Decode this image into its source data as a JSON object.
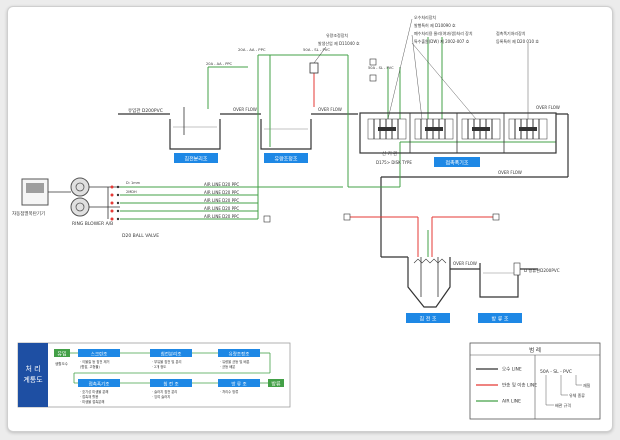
{
  "tanks": {
    "t1": "침전분리조",
    "t2": "유량조정조",
    "t3": "접촉폭기조",
    "t4": "침 전 조",
    "t5": "방 류 조"
  },
  "labels": {
    "inflow": "유입관 D200PVC",
    "blower": "RING BLOWER A/B",
    "panel": "자동점멸폭탄기기",
    "ball_valve": "D20 BALL VALVE",
    "air1": "AIR LINE D20 PPC",
    "air2": "AIR LINE D20 PPC",
    "air3": "AIR LINE D20 PPC",
    "air4": "AIR LINE D20 PPC",
    "air5": "AIR LINE D20 PPC",
    "over1": "OVER FLOW",
    "over2": "OVER FLOW",
    "over3": "OVER FLOW",
    "over4": "OVER FLOW",
    "over5": "OVER FLOW",
    "outflow": "D 방류관D200PVC",
    "diffuser": "산 기 관",
    "disk": "D175> DISK TYPE",
    "pipe_a": "20A - AA - PPC",
    "pipe_b": "50A - SL - PVC",
    "pipe_c": "50A - SL - PVC",
    "pipe_d": "20A - AA - PPC",
    "gauge": "유량조정장치",
    "gauge_note": "발생산업 제 D11040 호",
    "callout1": "오수처리장치",
    "callout2": "발행특허 제 D10090 호",
    "callout3": "폐수처리용 물리(여과/생)처리 장치",
    "callout4": "특수출원(DW) 제 2002-007 호",
    "callout5": "접촉폭기처리장치",
    "callout6": "등록특허 제 D20 010 호",
    "flow_a": "D: 1mm",
    "flow_b": "2MDH"
  },
  "process": {
    "title": "처 리\n계통도",
    "start": "유입",
    "inflow_note": "생활오수",
    "steps": [
      "스크린조",
      "침전분리조",
      "유량조정조",
      "접촉폭기조",
      "침 전 조",
      "방 류 조"
    ],
    "notes": [
      "· 이물질 등 침전 제거\n(협잡, 고형물)",
      "· 부유물 침전 및 분리\n· 2개 정도",
      "· 유량을 균등 및 배분\n· 균등 배분",
      "· 호기성 미생물 분해\n· 접촉재 활용\n· 미생물 접촉분해",
      "· 슬러지 침전 분리\n· 잉여 슬러지",
      "· 처리수 방류"
    ],
    "end": "방류"
  },
  "legend": {
    "title": "범 례",
    "rows": [
      {
        "label": "오수 LINE",
        "color": "#333333"
      },
      {
        "label": "반송 및 이송 LINE",
        "color": "#e53935"
      },
      {
        "label": "AIR LINE",
        "color": "#43a047"
      }
    ],
    "code": "50A - SL - PVC",
    "code_material": "재질",
    "code_use": "유체 종류",
    "code_size": "배관 규격"
  }
}
